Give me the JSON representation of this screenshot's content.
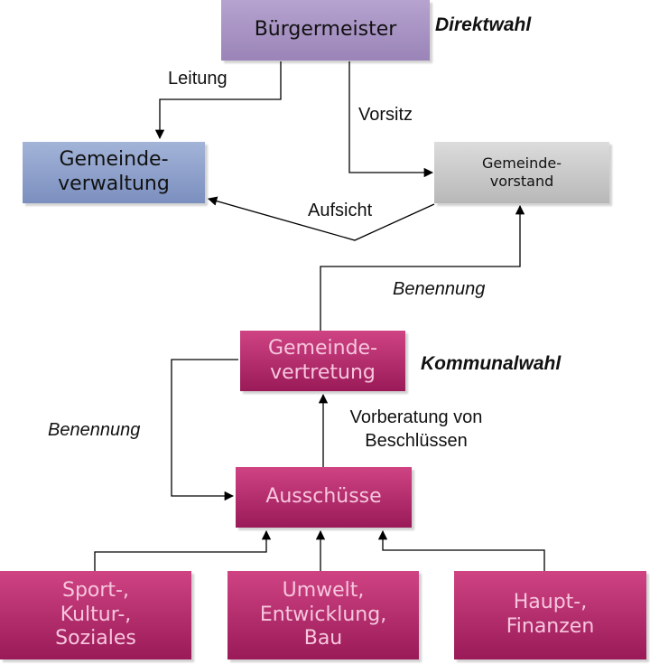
{
  "diagram": {
    "nodes": {
      "buergermeister": "Bürgermeister",
      "gemeindeverwaltung": "Gemeinde-\nverwaltung",
      "gemeindevorstand": "Gemeinde-\nvorstand",
      "gemeindevertretung": "Gemeinde-\nvertretung",
      "ausschuesse": "Ausschüsse",
      "ausschuss_sport": "Sport-,\nKultur-,\nSoziales",
      "ausschuss_umwelt": "Umwelt,\nEntwicklung,\nBau",
      "ausschuss_haupt": "Haupt-,\nFinanzen"
    },
    "annotations": {
      "direktwahl": "Direktwahl",
      "kommunalwahl": "Kommunalwahl"
    },
    "edge_labels": {
      "leitung": "Leitung",
      "vorsitz": "Vorsitz",
      "aufsicht": "Aufsicht",
      "benennung_vorstand": "Benennung",
      "benennung_ausschuesse": "Benennung",
      "vorberatung": "Vorberatung von\nBeschlüssen"
    },
    "colors": {
      "buergermeister": "#a893c3",
      "gemeindeverwaltung": "#8fa1cb",
      "gemeindevorstand": "#c9c9c9",
      "gemeinde_organs": "#b42d6d",
      "organ_text": "#f7c6de"
    }
  }
}
